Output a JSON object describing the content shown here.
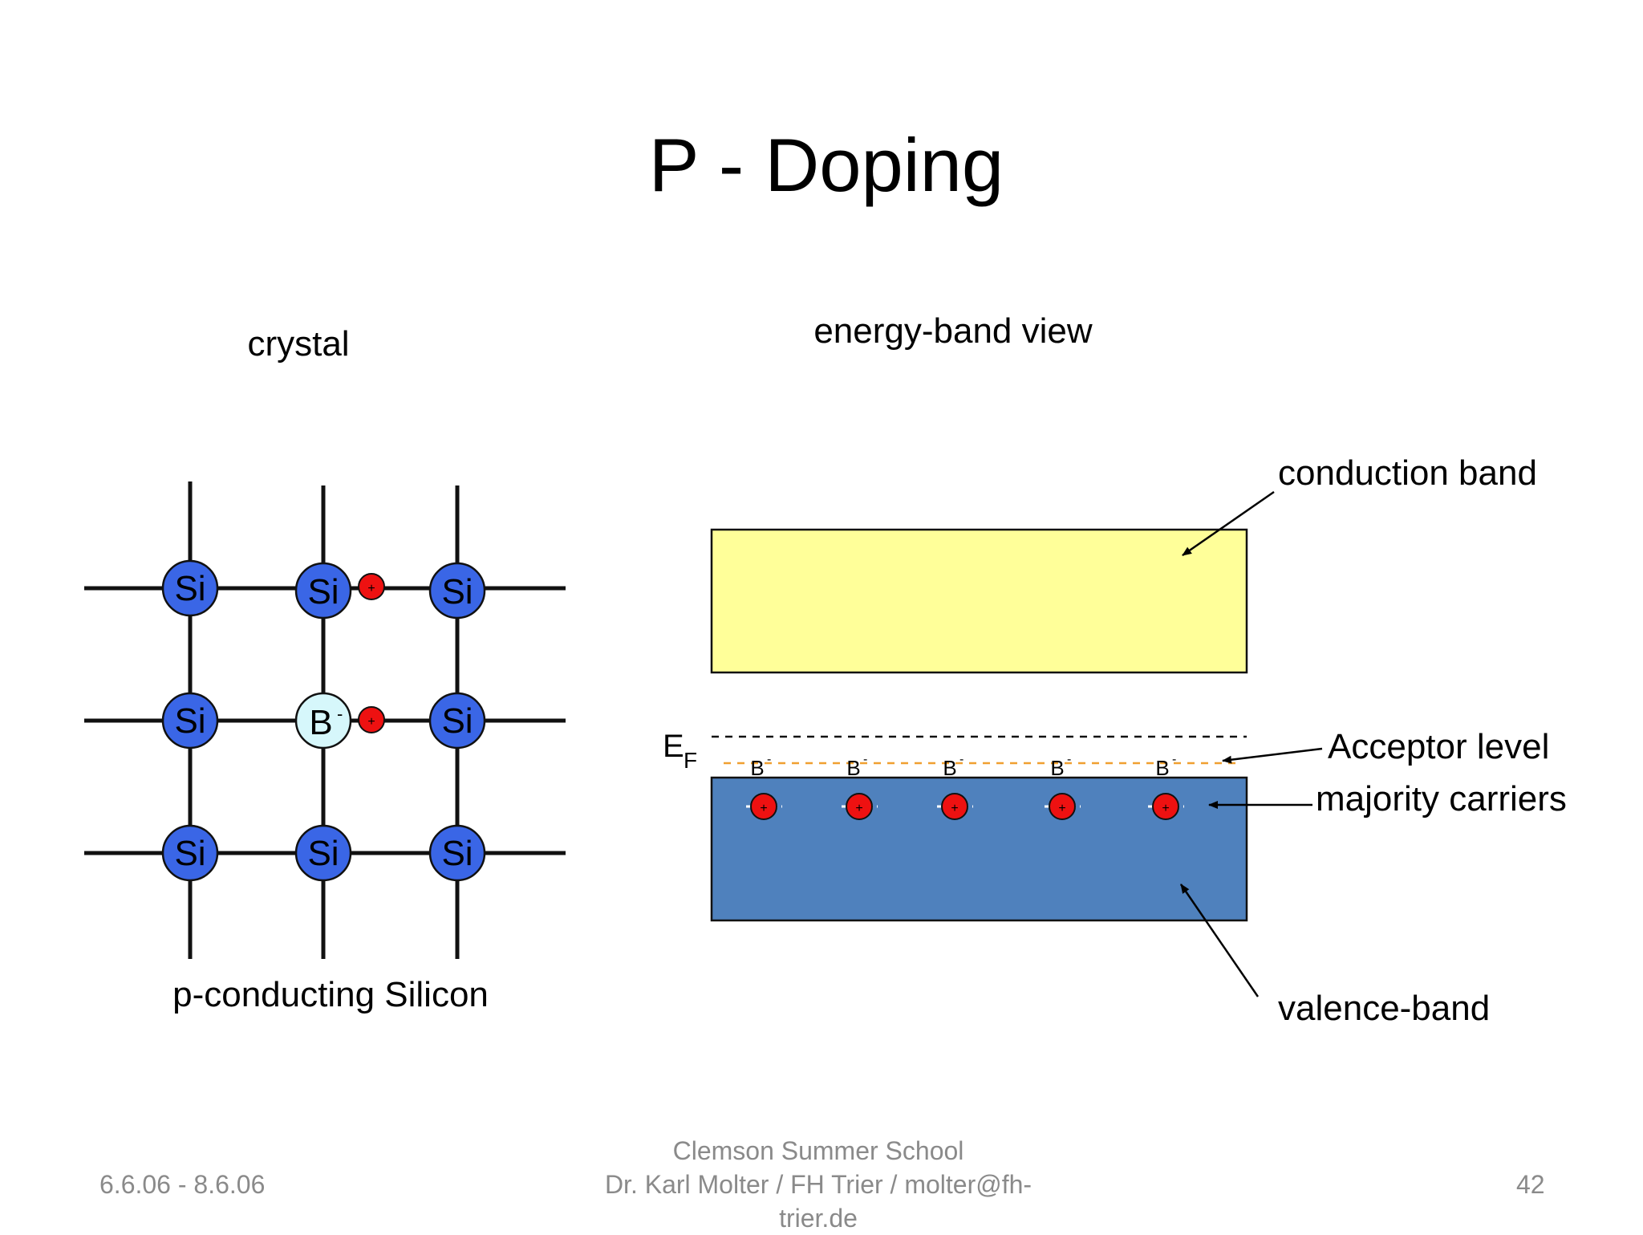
{
  "slide": {
    "title": "P - Doping",
    "crystal_heading": "crystal",
    "band_heading": "energy-band view",
    "crystal_caption": "p-conducting Silicon"
  },
  "crystal": {
    "atoms": [
      [
        "Si",
        "Si",
        "Si"
      ],
      [
        "Si",
        "B",
        "Si"
      ],
      [
        "Si",
        "Si",
        "Si"
      ]
    ],
    "dopant_charge": "-",
    "hole_charge": "+"
  },
  "band": {
    "conduction_label": "conduction band",
    "acceptor_label": "Acceptor level",
    "majority_label": "majority carriers",
    "valence_label": "valence-band",
    "fermi_main": "E",
    "fermi_sub": "F",
    "acceptor_atom": "B",
    "acceptor_charge": "-",
    "hole_charge": "+"
  },
  "colors": {
    "si_atom": "#3a66e6",
    "boron_atom": "#d6f7fb",
    "hole": "#ee1111",
    "conduction_band": "#ffff99",
    "valence_band": "#4f81bd",
    "acceptor_line": "#f0a030"
  },
  "footer": {
    "date": "6.6.06 - 8.6.06",
    "center_line1": "Clemson Summer School",
    "center_line2": "Dr. Karl Molter / FH Trier / molter@fh-",
    "center_line3": "trier.de",
    "page": "42"
  }
}
